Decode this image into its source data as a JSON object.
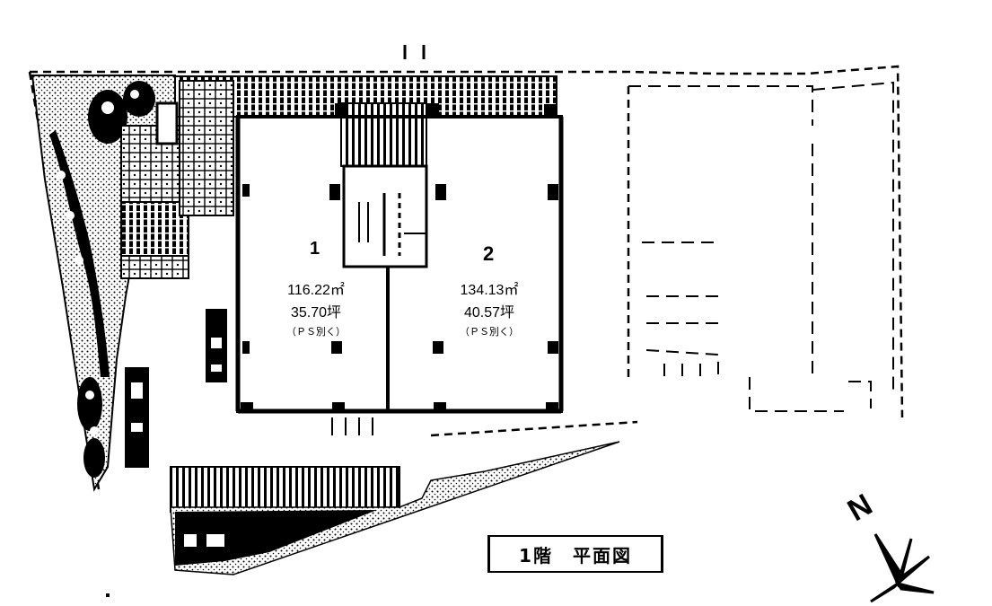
{
  "units": [
    {
      "number": "1",
      "area_m2": "116.22㎡",
      "area_tsubo": "35.70坪",
      "note": "（ＰＳ別く）"
    },
    {
      "number": "2",
      "area_m2": "134.13㎡",
      "area_tsubo": "40.57坪",
      "note": "（ＰＳ別く）"
    }
  ],
  "floor_title": "1階　平面図",
  "north_label": "N"
}
